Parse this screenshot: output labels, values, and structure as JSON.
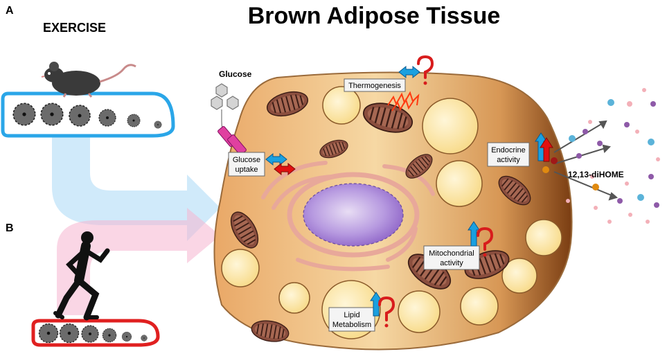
{
  "title": "Brown Adipose Tissue",
  "panels": {
    "a_label": "A",
    "a_caption": "EXERCISE",
    "b_label": "B"
  },
  "labels": {
    "glucose": "Glucose",
    "glucose_uptake_1": "Glucose",
    "glucose_uptake_2": "uptake",
    "thermogenesis": "Thermogenesis",
    "endocrine_1": "Endocrine",
    "endocrine_2": "activity",
    "mito_1": "Mitochondrial",
    "mito_2": "activity",
    "lipid_1": "Lipid",
    "lipid_2": "Metabolism",
    "diHOME": "12,13-diHOME"
  },
  "colors": {
    "increase_arrow": "#1aa0e0",
    "decrease_arrow": "#e01010",
    "question_mark": "#d81c1c",
    "mouse_treadmill": "#2aa6e8",
    "human_treadmill": "#e02020",
    "cell_light": "#f2c98a",
    "cell_dark": "#7a3d12",
    "nucleus": "#a07ad0",
    "mitochondria": "#8a4e3e",
    "lipid_droplet": "#fce6a6"
  }
}
